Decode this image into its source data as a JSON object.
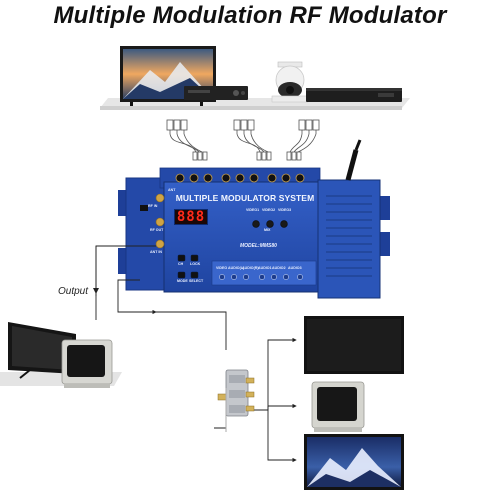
{
  "header": {
    "title": "Multiple Modulation RF Modulator"
  },
  "device": {
    "title": "MULTIPLE MODULATOR SYSTEM",
    "model": "MODEL:MMS80",
    "display_value": "888",
    "labels": {
      "ant": "ANT",
      "rf_in": "RF IN",
      "rf_out": "RF OUT",
      "ant_in": "ANT IN",
      "mix": "MIX",
      "ch": "CH",
      "lock": "LOCK",
      "mode": "MODE",
      "select": "SELECT",
      "video1": "VIDEO1",
      "audio1": "AUDIO1",
      "video2": "VIDEO2",
      "audio2": "AUDIO2",
      "video3": "VIDEO3",
      "audio3": "AUDIO3",
      "video": "VIDEO",
      "audio_l": "AUDIO(L)",
      "audio_r": "AUDIO(R)"
    }
  },
  "annotations": {
    "output": "Output"
  },
  "colors": {
    "device_blue": "#2a52b8",
    "device_dark": "#1c3b8c",
    "line": "#333333",
    "screen": "#111111"
  },
  "icons": [
    "tv-icon",
    "dvd-player-icon",
    "security-camera-icon",
    "set-top-box-icon",
    "rca-cable-icon",
    "crt-tv-icon",
    "splitter-icon"
  ]
}
